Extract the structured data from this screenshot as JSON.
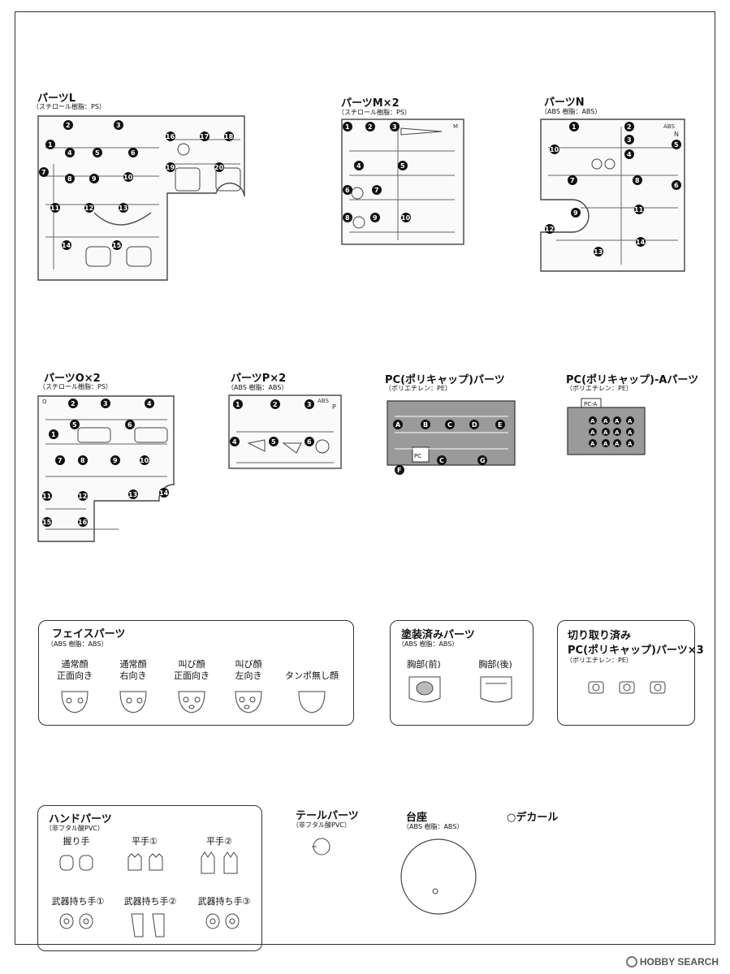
{
  "sprues": {
    "L": {
      "title": "パーツL",
      "material": "（スチロール樹脂：PS）",
      "numbers": [
        "1",
        "2",
        "3",
        "4",
        "5",
        "6",
        "7",
        "8",
        "9",
        "10",
        "11",
        "12",
        "13",
        "14",
        "15",
        "16",
        "17",
        "18",
        "19",
        "20"
      ]
    },
    "M": {
      "title": "パーツM×2",
      "material": "（スチロール樹脂：PS）",
      "numbers": [
        "1",
        "2",
        "3",
        "4",
        "5",
        "6",
        "7",
        "8",
        "9",
        "10"
      ]
    },
    "N": {
      "title": "パーツN",
      "material": "（ABS 樹脂：ABS）",
      "numbers": [
        "1",
        "2",
        "3",
        "4",
        "5",
        "6",
        "7",
        "8",
        "9",
        "10",
        "11",
        "12",
        "13",
        "14"
      ]
    },
    "O": {
      "title": "パーツO×2",
      "material": "（スチロール樹脂：PS）",
      "numbers": [
        "1",
        "2",
        "3",
        "4",
        "5",
        "6",
        "7",
        "8",
        "9",
        "10",
        "11",
        "12",
        "13",
        "14",
        "15",
        "16"
      ]
    },
    "P": {
      "title": "パーツP×2",
      "material": "（ABS 樹脂：ABS）",
      "numbers": [
        "1",
        "2",
        "3",
        "4",
        "5",
        "6"
      ]
    },
    "PC": {
      "title": "PC(ポリキャップ)パーツ",
      "material": "（ポリエチレン：PE）",
      "letters": [
        "A",
        "B",
        "C",
        "D",
        "E",
        "F",
        "C",
        "G"
      ],
      "tag": "PC"
    },
    "PCA": {
      "title": "PC(ポリキャップ)-Aパーツ",
      "material": "（ポリエチレン：PE）",
      "tag": "PC-A",
      "letters": [
        "A",
        "A",
        "A",
        "A",
        "A",
        "A",
        "A",
        "A",
        "A",
        "A",
        "A",
        "A"
      ]
    }
  },
  "face": {
    "title": "フェイスパーツ",
    "material": "（ABS 樹脂：ABS）",
    "items": [
      {
        "line1": "通常顔",
        "line2": "正面向き"
      },
      {
        "line1": "通常顔",
        "line2": "右向き"
      },
      {
        "line1": "叫び顔",
        "line2": "正面向き"
      },
      {
        "line1": "叫び顔",
        "line2": "左向き"
      },
      {
        "line1": "",
        "line2": "タンポ無し顔"
      }
    ]
  },
  "painted": {
    "title": "塗装済みパーツ",
    "material": "（ABS 樹脂：ABS）",
    "items": [
      "胸部(前)",
      "胸部(後)"
    ]
  },
  "cut": {
    "title1": "切り取り済み",
    "title2": "PC(ポリキャップ)パーツ×3",
    "material": "（ポリエチレン：PE）"
  },
  "hands": {
    "title": "ハンドパーツ",
    "material": "（非フタル酸PVC）",
    "items": [
      "握り手",
      "平手①",
      "平手②",
      "武器持ち手①",
      "武器持ち手②",
      "武器持ち手③"
    ]
  },
  "tail": {
    "title": "テールパーツ",
    "material": "（非フタル酸PVC）"
  },
  "base": {
    "title": "台座",
    "material": "（ABS 樹脂：ABS）"
  },
  "decal": {
    "title": "○デカール"
  },
  "watermark": {
    "text": "HOBBY SEARCH"
  }
}
